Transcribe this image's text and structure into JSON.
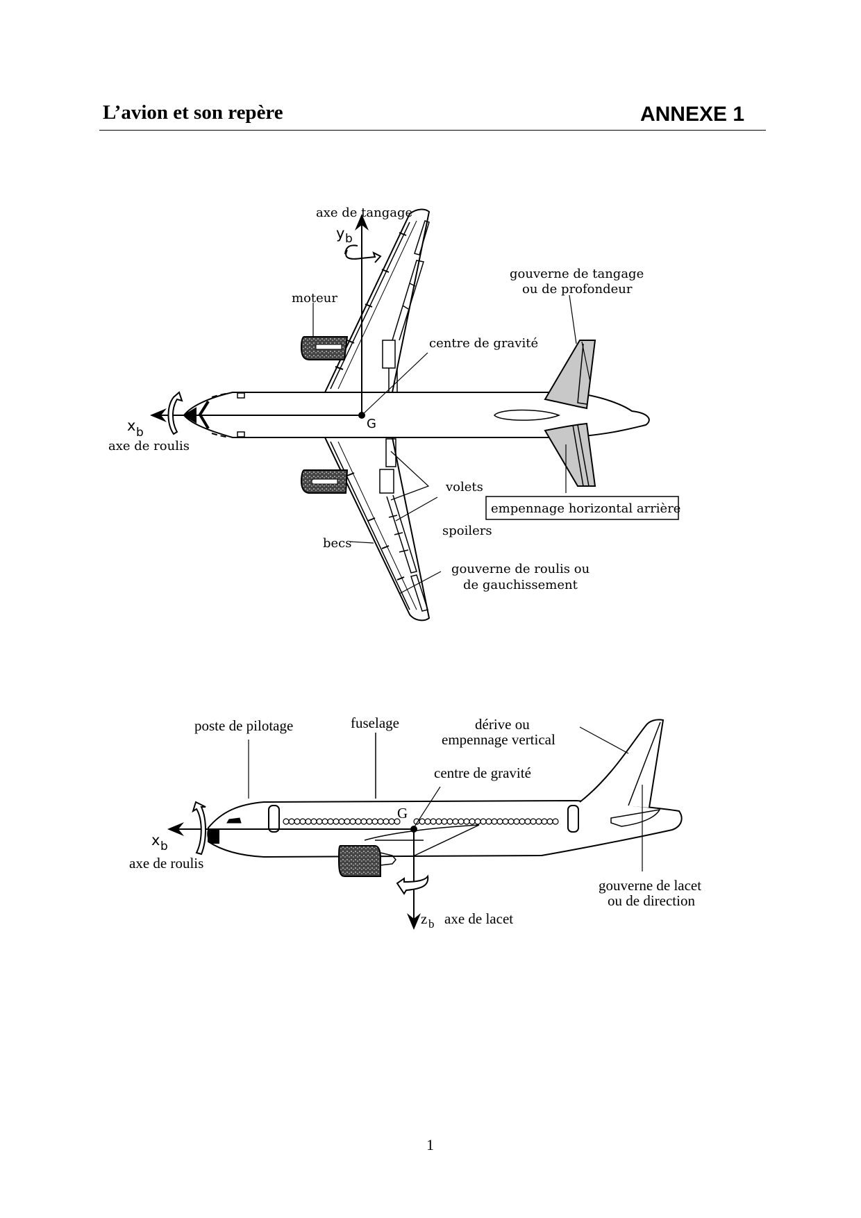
{
  "header": {
    "title": "L’avion et son repère",
    "annex": "ANNEXE 1"
  },
  "top_view": {
    "pitch_axis_label": "axe de tangage",
    "y_axis_symbol": "y",
    "y_axis_subscript": "b",
    "engine_label": "moteur",
    "cg_label": "centre de gravité",
    "cg_symbol": "G",
    "x_axis_symbol": "x",
    "x_axis_subscript": "b",
    "roll_axis_label": "axe de roulis",
    "elevator_label_line1": "gouverne de tangage",
    "elevator_label_line2": "ou de profondeur",
    "flaps_label": "volets",
    "horizontal_tail_label": "empennage horizontal arrière",
    "spoilers_label": "spoilers",
    "slats_label": "becs",
    "aileron_label_line1": "gouverne de roulis ou",
    "aileron_label_line2": "de gauchissement"
  },
  "side_view": {
    "cockpit_label": "poste de pilotage",
    "fuselage_label": "fuselage",
    "fin_label_line1": "dérive ou",
    "fin_label_line2": "empennage vertical",
    "cg_label": "centre de gravité",
    "cg_symbol": "G",
    "x_axis_symbol": "x",
    "x_axis_subscript": "b",
    "roll_axis_label": "axe de roulis",
    "z_axis_symbol": "z",
    "z_axis_subscript": "b",
    "yaw_axis_label": "axe de lacet",
    "rudder_label_line1": "gouverne de lacet",
    "rudder_label_line2": "ou de direction"
  },
  "colors": {
    "ink": "#000000",
    "tail_fill": "#c8c8c8",
    "engine_fill": "#555555"
  },
  "footer": {
    "page_number": "1"
  }
}
